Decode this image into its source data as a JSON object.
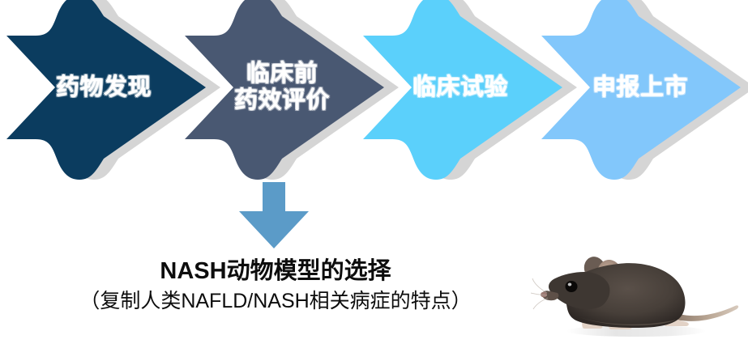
{
  "slide": {
    "background_color": "#FFFFFF"
  },
  "process": {
    "shadow_color": "#D5D5D5",
    "arrows": [
      {
        "id": "drug-discovery",
        "lines": [
          "药物发现"
        ],
        "color": "#0B3C5F",
        "text_color": "#FFFFFF"
      },
      {
        "id": "preclinical-efficacy",
        "lines": [
          "临床前",
          "药效评价"
        ],
        "color": "#495872",
        "text_color": "#FFFFFF"
      },
      {
        "id": "clinical-trial",
        "lines": [
          "临床试验"
        ],
        "color": "#5BD0FB",
        "text_color": "#FFFFFF"
      },
      {
        "id": "market-application",
        "lines": [
          "申报上市"
        ],
        "color": "#82C7FB",
        "text_color": "#FFFFFF"
      }
    ]
  },
  "down_arrow": {
    "color": "#5B9BC8",
    "name": "down-arrow"
  },
  "conclusion": {
    "title": "NASH动物模型的选择",
    "subtitle": "（复制人类NAFLD/NASH相关病症的特点）",
    "text_color": "#0D0D0D"
  },
  "mouse_photo": {
    "alt": "laboratory mouse photograph",
    "body_color": "#463E38",
    "belly_color": "#8C7F71",
    "tail_color": "#B5A293",
    "foot_color": "#E2D2C6",
    "background": "#FFFFFF"
  }
}
